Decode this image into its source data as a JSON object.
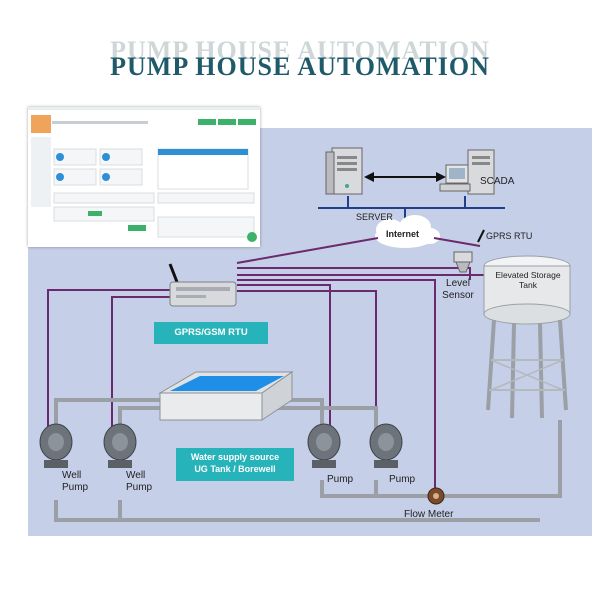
{
  "title": "PUMP HOUSE AUTOMATION",
  "labels": {
    "scada": "SCADA",
    "server": "SERVER",
    "internet": "Internet",
    "gprs_rtu": "GPRS RTU",
    "level_sensor": "Level\nSensor",
    "storage_tank": "Elevated Storage\nTank",
    "gsm_rtu": "GPRS/GSM RTU",
    "water_source": "Water supply source\nUG Tank / Borewell",
    "well_pump_1": "Well\nPump",
    "well_pump_2": "Well\nPump",
    "pump_1": "Pump",
    "pump_2": "Pump",
    "flow_meter": "Flow Meter"
  },
  "colors": {
    "title": "#1f5a6b",
    "background": "#c6cfe8",
    "teal_label": "#26b3b9",
    "signal_line": "#6b2a6e",
    "pipe": "#9aa0a6",
    "network_line": "#1f3f8a"
  },
  "icons": [
    "desktop-server-icon",
    "workstation-icon",
    "cloud-icon",
    "gsm-modem-icon",
    "level-sensor-icon",
    "pump-icon",
    "flow-meter-icon",
    "water-tank-icon",
    "storage-tank-icon"
  ]
}
